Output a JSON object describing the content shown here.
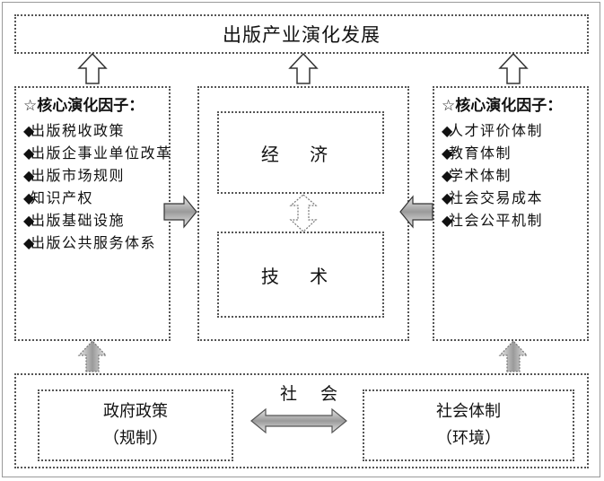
{
  "top": {
    "title": "出版产业演化发展"
  },
  "left_panel": {
    "heading": "☆核心演化因子：",
    "items": [
      "出版税收政策",
      "出版企事业单位改革",
      "出版市场规则",
      "知识产权",
      "出版基础设施",
      "出版公共服务体系"
    ]
  },
  "right_panel": {
    "heading": "☆核心演化因子：",
    "items": [
      "人才评价体制",
      "教育体制",
      "学术体制",
      "社会交易成本",
      "社会公平机制"
    ]
  },
  "center": {
    "economy": "经 济",
    "technology": "技 术"
  },
  "bottom": {
    "society": "社 会",
    "gov_line1": "政府政策",
    "gov_line2": "（规制）",
    "soc_line1": "社会体制",
    "soc_line2": "（环境）"
  },
  "bullet": "◆"
}
